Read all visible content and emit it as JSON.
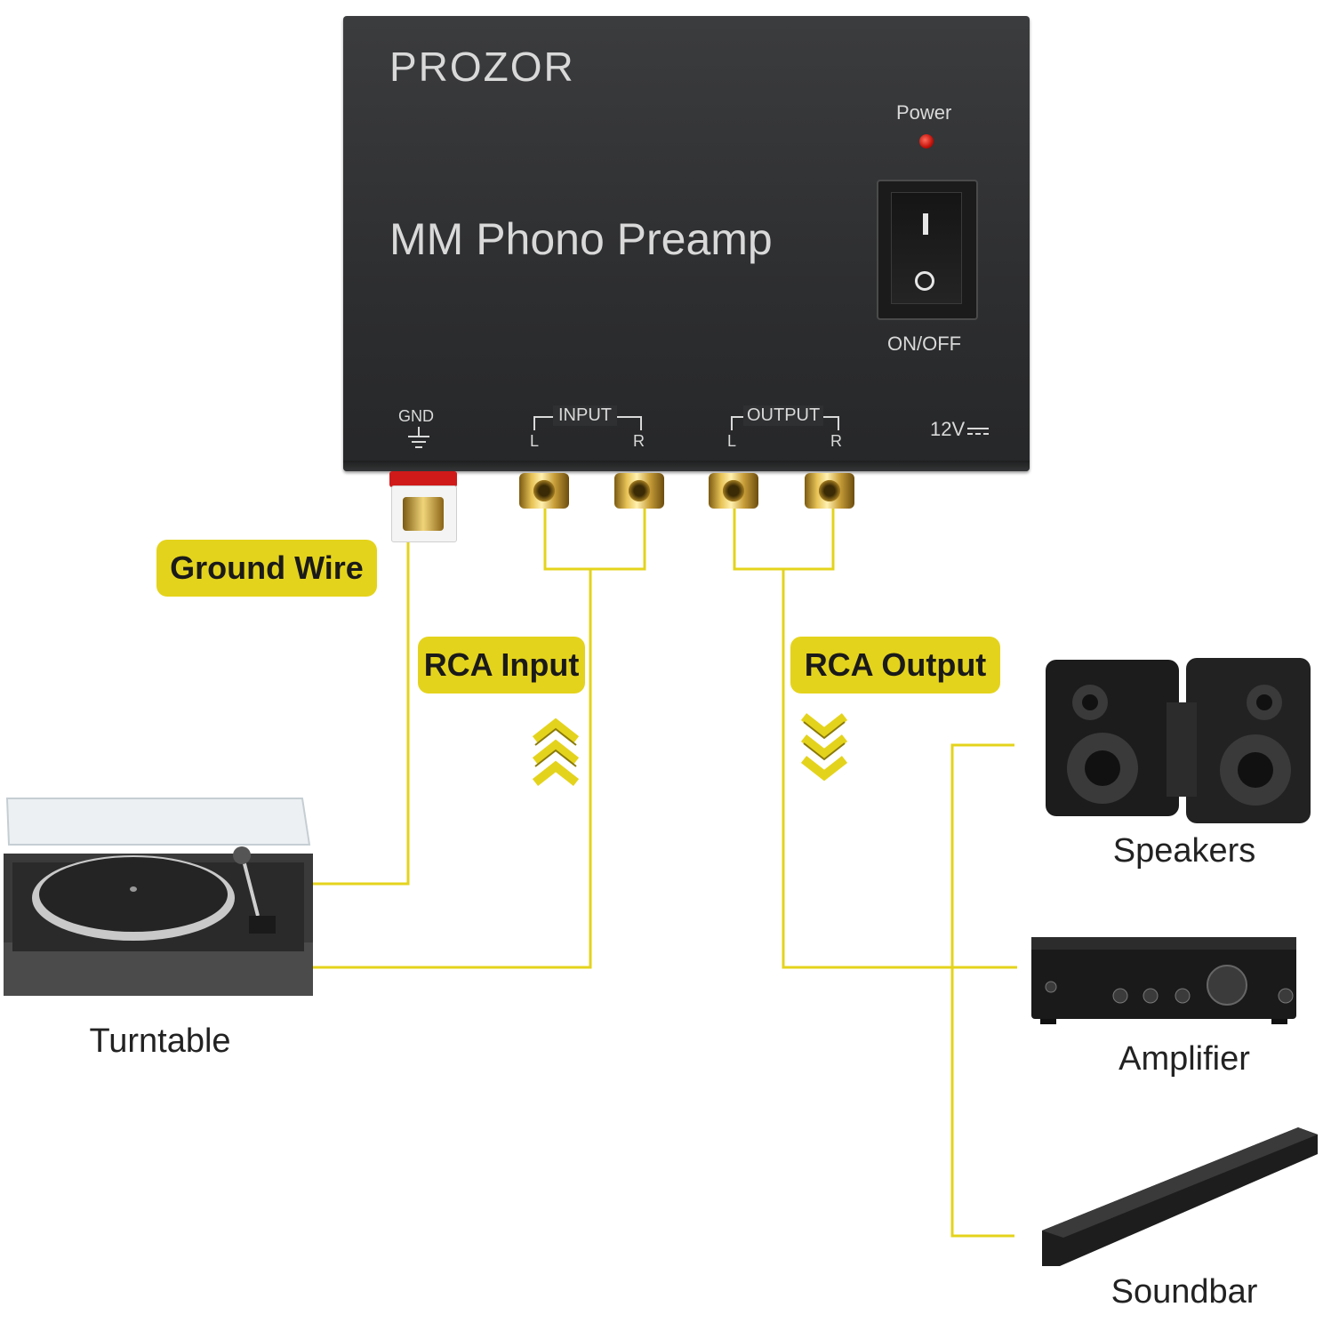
{
  "device": {
    "brand": "PROZOR",
    "model": "MM Phono Preamp",
    "power_label": "Power",
    "switch_label": "ON/OFF",
    "gnd_label": "GND",
    "input_label": "INPUT",
    "output_label": "OUTPUT",
    "left_channel": "L",
    "right_channel": "R",
    "voltage_label": "12V"
  },
  "callouts": {
    "ground_wire": "Ground Wire",
    "rca_input": "RCA Input",
    "rca_output": "RCA Output"
  },
  "devices": {
    "turntable": "Turntable",
    "speakers": "Speakers",
    "amplifier": "Amplifier",
    "soundbar": "Soundbar"
  },
  "colors": {
    "wire": "#e4d31c",
    "panel": "#2f3032",
    "led": "#d4180c"
  }
}
